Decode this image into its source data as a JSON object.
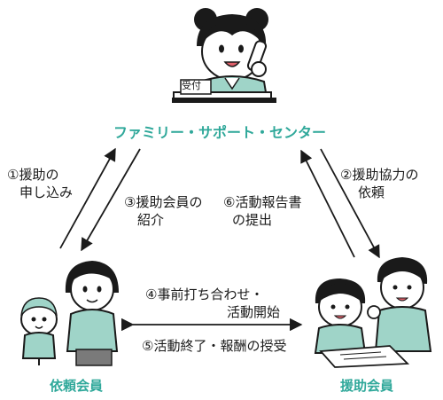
{
  "center": {
    "title": "ファミリー・サポート・センター",
    "desk_sign": "受付"
  },
  "parties": {
    "requester": "依頼会員",
    "supporter": "援助会員"
  },
  "flows": {
    "step1": [
      "①援助の",
      "申し込み"
    ],
    "step2": [
      "②援助協力の",
      "依頼"
    ],
    "step3": [
      "③援助会員の",
      "紹介"
    ],
    "step4": [
      "④事前打ち合わせ・",
      "活動開始"
    ],
    "step5": "⑤活動終了・報酬の授受",
    "step6": [
      "⑥活動報告書",
      "の提出"
    ]
  },
  "colors": {
    "accent": "#2fa89a",
    "figure_fill": "#9fd4c8",
    "line": "#1a1a1a"
  }
}
